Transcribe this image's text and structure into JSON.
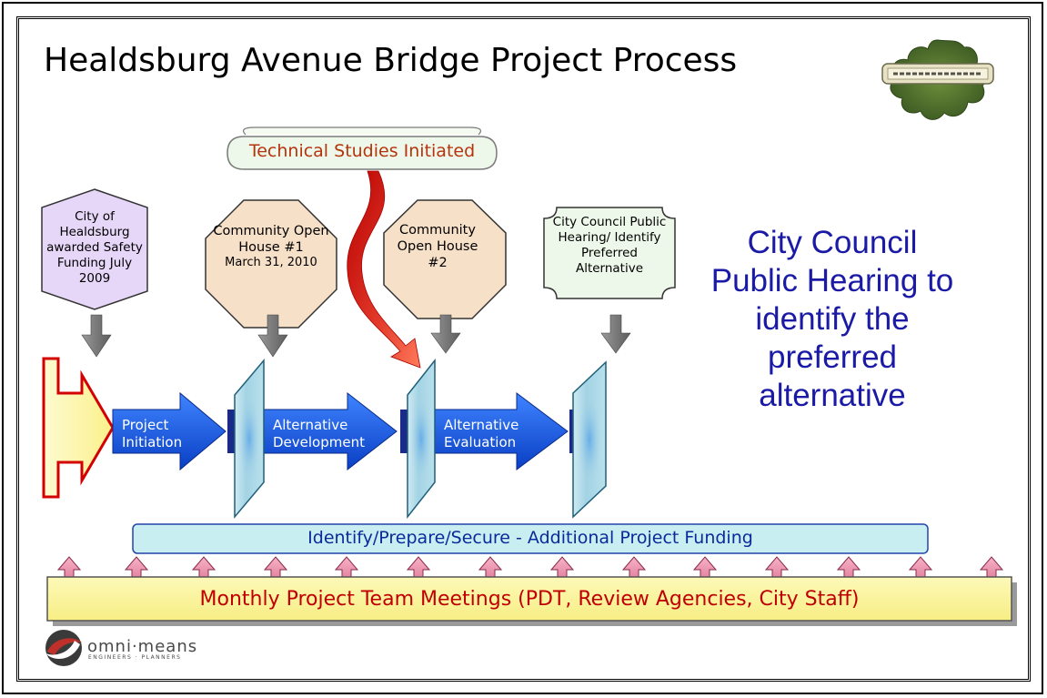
{
  "title": "Healdsburg Avenue Bridge Project Process",
  "technical_studies": "Technical  Studies Initiated",
  "milestones": [
    {
      "label": "City of Healdsburg awarded Safety Funding July 2009"
    },
    {
      "label_main": "Community Open House #1",
      "label_date": "March 31, 2010"
    },
    {
      "label": "Community Open House #2"
    },
    {
      "label": "City Council Public Hearing/ Identify Preferred Alternative"
    }
  ],
  "phases": [
    {
      "label": "Project Initiation"
    },
    {
      "label": "Alternative Development"
    },
    {
      "label": "Alternative Evaluation"
    }
  ],
  "city_council_text": "City Council Public Hearing to identify the preferred alternative",
  "funding_bar": "Identify/Prepare/Secure - Additional Project Funding",
  "meetings_bar": "Monthly Project Team Meetings (PDT, Review Agencies, City Staff)",
  "logo": {
    "name": "omni·means",
    "sub": "ENGINEERS · PLANNERS"
  },
  "colors": {
    "phase_arrow": "#1a5fe0",
    "milestone_1_fill": "#e6d6f7",
    "octagon_fill": "#f7e0c8",
    "gate_fill": "#a9d6e5",
    "funding_fill": "#c9eef2",
    "meetings_fill": "#fbf6a0",
    "tech_text": "#b5340d",
    "big_text": "#1a1aa6"
  }
}
